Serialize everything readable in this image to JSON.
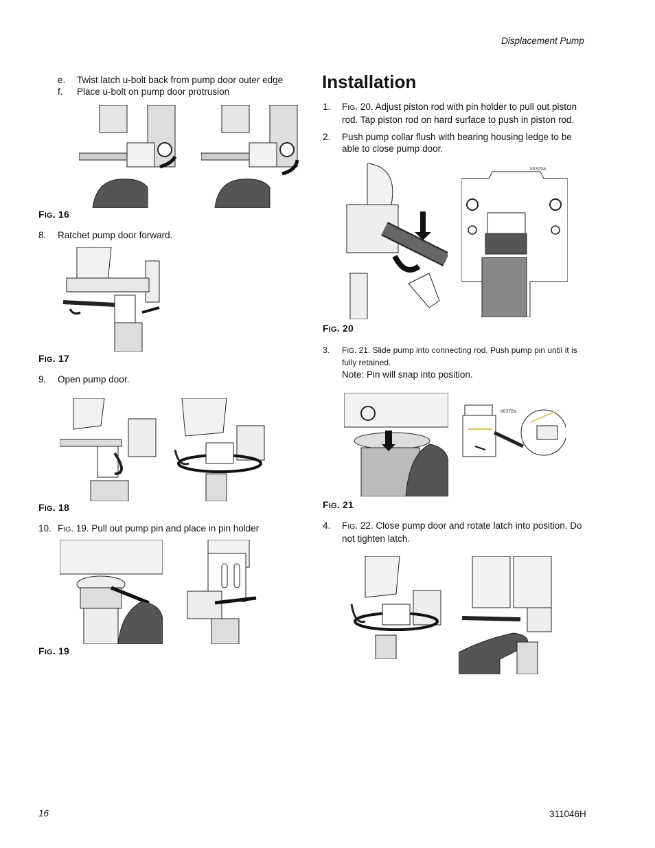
{
  "header": {
    "section": "Displacement Pump"
  },
  "left": {
    "step_e": {
      "marker": "e.",
      "text": "Twist latch u-bolt back from pump door outer edge"
    },
    "step_f": {
      "marker": "f.",
      "text": "Place u-bolt on pump door protrusion"
    },
    "fig16": {
      "f": "F",
      "ig": "IG",
      "num": ". 16"
    },
    "step_8": {
      "marker": "8.",
      "text": "Ratchet pump door forward."
    },
    "fig17": {
      "f": "F",
      "ig": "IG",
      "num": ". 17"
    },
    "step_9": {
      "marker": "9.",
      "text": "Open pump door."
    },
    "fig18": {
      "f": "F",
      "ig": "IG",
      "num": ". 18"
    },
    "step_10": {
      "marker": "10.",
      "f": "F",
      "ig": "IG",
      "text": ". 19. Pull out pump pin and place in pin holder"
    },
    "fig19": {
      "f": "F",
      "ig": "IG",
      "num": ". 19"
    }
  },
  "right": {
    "title": "Installation",
    "step_1": {
      "marker": "1.",
      "f": "F",
      "ig": "IG",
      "text": ". 20. Adjust piston rod with pin holder to pull out piston rod. Tap piston rod on hard surface to push in piston rod."
    },
    "step_2": {
      "marker": "2.",
      "text": "Push pump collar flush with bearing housing ledge to be able to close pump door."
    },
    "fig20_tag": "ti6325a",
    "fig20": {
      "f": "F",
      "ig": "IG",
      "num": ". 20"
    },
    "step_3": {
      "marker": "3.",
      "f": "F",
      "ig": "IG",
      "text": ". 21. Slide pump into connecting rod. Push pump pin until it is fully retained.",
      "note": "Note: Pin will snap into position."
    },
    "fig21_tag": "ti6378a",
    "fig21": {
      "f": "F",
      "ig": "IG",
      "num": ". 21"
    },
    "step_4": {
      "marker": "4.",
      "f": "F",
      "ig": "IG",
      "text": ". 22. Close pump door and rotate latch into position. Do not tighten latch."
    }
  },
  "footer": {
    "page_number": "16",
    "doc_number": "311046H"
  }
}
